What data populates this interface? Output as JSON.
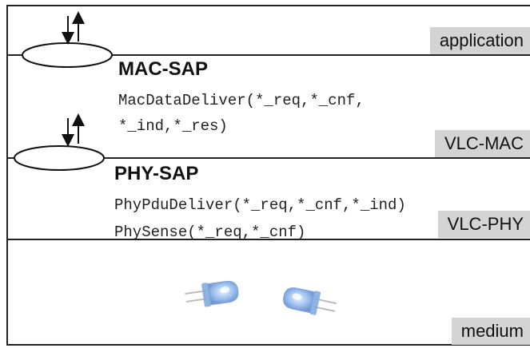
{
  "layers": {
    "application": {
      "label": "application"
    },
    "vlc_mac": {
      "label": "VLC-MAC"
    },
    "vlc_phy": {
      "label": "VLC-PHY"
    },
    "medium": {
      "label": "medium"
    }
  },
  "mac_sap": {
    "title": "MAC-SAP",
    "primitives_line1": "MacDataDeliver(*_req,*_cnf,",
    "primitives_line2": "*_ind,*_res)"
  },
  "phy_sap": {
    "title": "PHY-SAP",
    "primitives_line1": "PhyPduDeliver(*_req,*_cnf,*_ind)",
    "primitives_line2": "PhySense(*_req,*_cnf)"
  },
  "icons": [
    "sap-ellipse-icon",
    "up-down-arrows-icon",
    "led-icon"
  ],
  "colors": {
    "line": "#222222",
    "tag_bg": "#d4d4d4",
    "led": "#8fb4e6"
  }
}
